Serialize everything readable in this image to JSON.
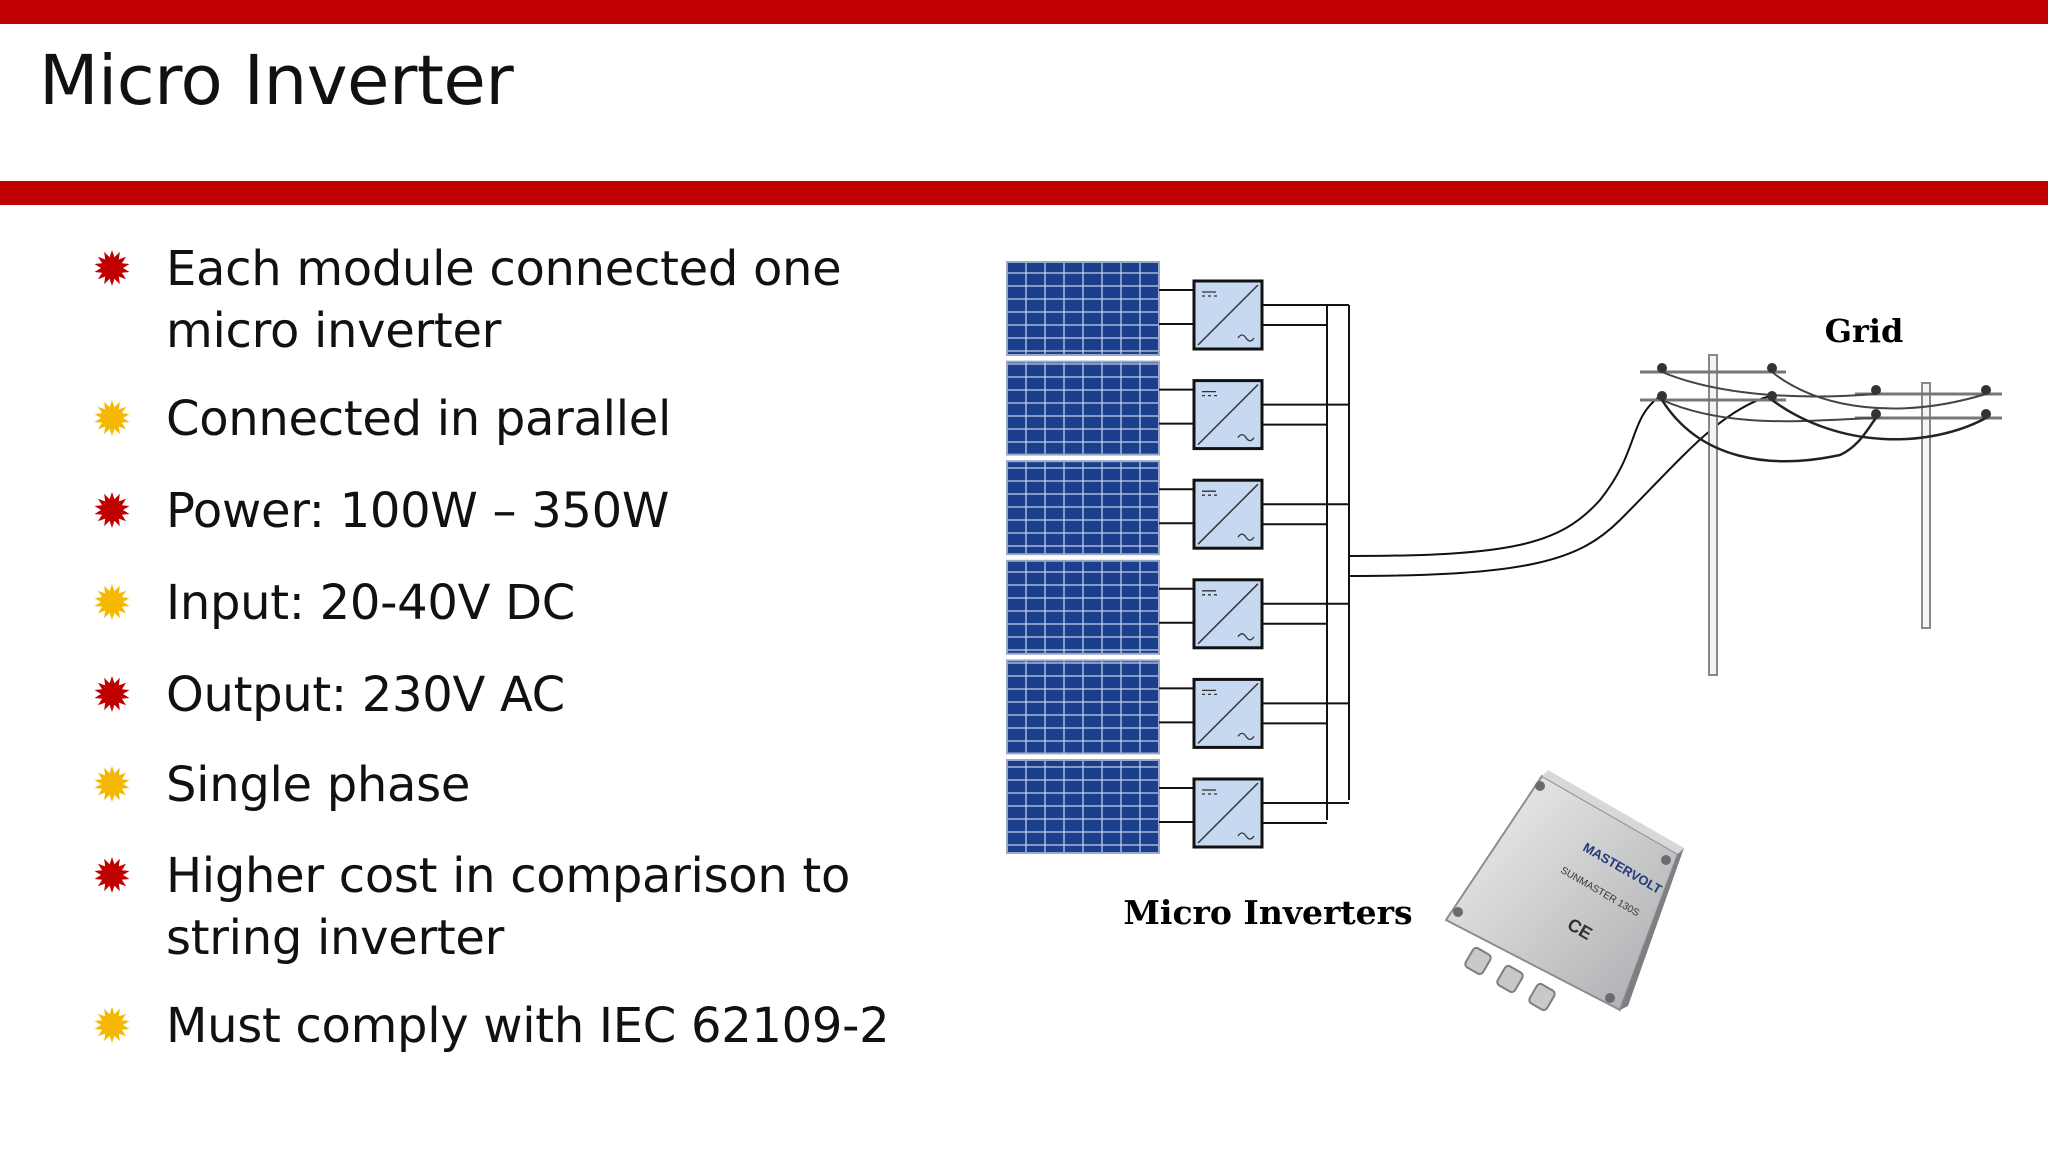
{
  "slide": {
    "title": "Micro Inverter",
    "accent_color": "#c00000",
    "bullet_colors": {
      "red": "#c00000",
      "yellow": "#f5b800"
    }
  },
  "bullets": [
    {
      "text": "Each module connected one micro inverter",
      "marker": "red-star-icon"
    },
    {
      "text": "Connected in parallel",
      "marker": "yellow-sun-icon"
    },
    {
      "text": "Power: 100W – 350W",
      "marker": "red-star-icon"
    },
    {
      "text": "Input: 20-40V DC",
      "marker": "yellow-sun-icon"
    },
    {
      "text": "Output: 230V AC",
      "marker": "red-star-icon"
    },
    {
      "text": "Single phase",
      "marker": "yellow-sun-icon"
    },
    {
      "text": "Higher cost in comparison to string inverter",
      "marker": "red-star-icon"
    },
    {
      "text": "Must comply with IEC 62109-2",
      "marker": "yellow-sun-icon"
    }
  ],
  "diagram": {
    "grid_label": "Grid",
    "micro_inverters_label": "Micro Inverters",
    "module_count": 6,
    "product_brand": "MASTERVOLT",
    "product_model": "SUNMASTER 130S",
    "product_mark": "CE"
  }
}
